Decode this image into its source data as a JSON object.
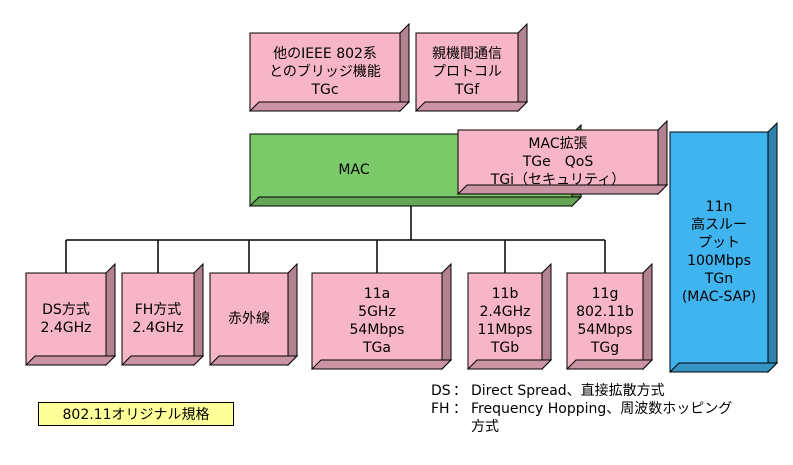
{
  "boxes": [
    {
      "id": "bridge",
      "lines": [
        "他のIEEE 802系",
        "とのブリッジ機能",
        "TGc"
      ]
    },
    {
      "id": "protocol",
      "lines": [
        "親機間通信",
        "プロトコル",
        "TGf"
      ]
    },
    {
      "id": "mac",
      "lines": [
        "MAC"
      ]
    },
    {
      "id": "mac_ext",
      "lines": [
        "MAC拡張",
        "TGe　QoS",
        "TGi（セキュリティ）"
      ]
    },
    {
      "id": "ds",
      "lines": [
        "DS方式",
        "2.4GHz"
      ]
    },
    {
      "id": "fh",
      "lines": [
        "FH方式",
        "2.4GHz"
      ]
    },
    {
      "id": "ir",
      "lines": [
        "赤外線"
      ]
    },
    {
      "id": "11a",
      "lines": [
        "11a",
        "5GHz",
        "54Mbps",
        "TGa"
      ]
    },
    {
      "id": "11b",
      "lines": [
        "11b",
        "2.4GHz",
        "11Mbps",
        "TGb"
      ]
    },
    {
      "id": "11g",
      "lines": [
        "11g",
        "802.11b",
        "54Mbps",
        "TGg"
      ]
    },
    {
      "id": "11n",
      "lines": [
        "11n",
        "高スルー",
        "プット",
        "100Mbps",
        "TGn",
        "(MAC-SAP)"
      ]
    }
  ],
  "legend": {
    "label": "802.11オリジナル規格"
  },
  "notes": [
    {
      "term": "DS",
      "sep": "：",
      "desc": "Direct Spread、直接拡散方式"
    },
    {
      "term": "FH",
      "sep": "：",
      "desc": "Frequency Hopping、周波数ホッピング",
      "cont": "方式"
    }
  ],
  "colors": {
    "pink": "#f7b5c8",
    "green": "#7cc96a",
    "blue": "#40b4ee",
    "yellow": "#ffff99"
  }
}
